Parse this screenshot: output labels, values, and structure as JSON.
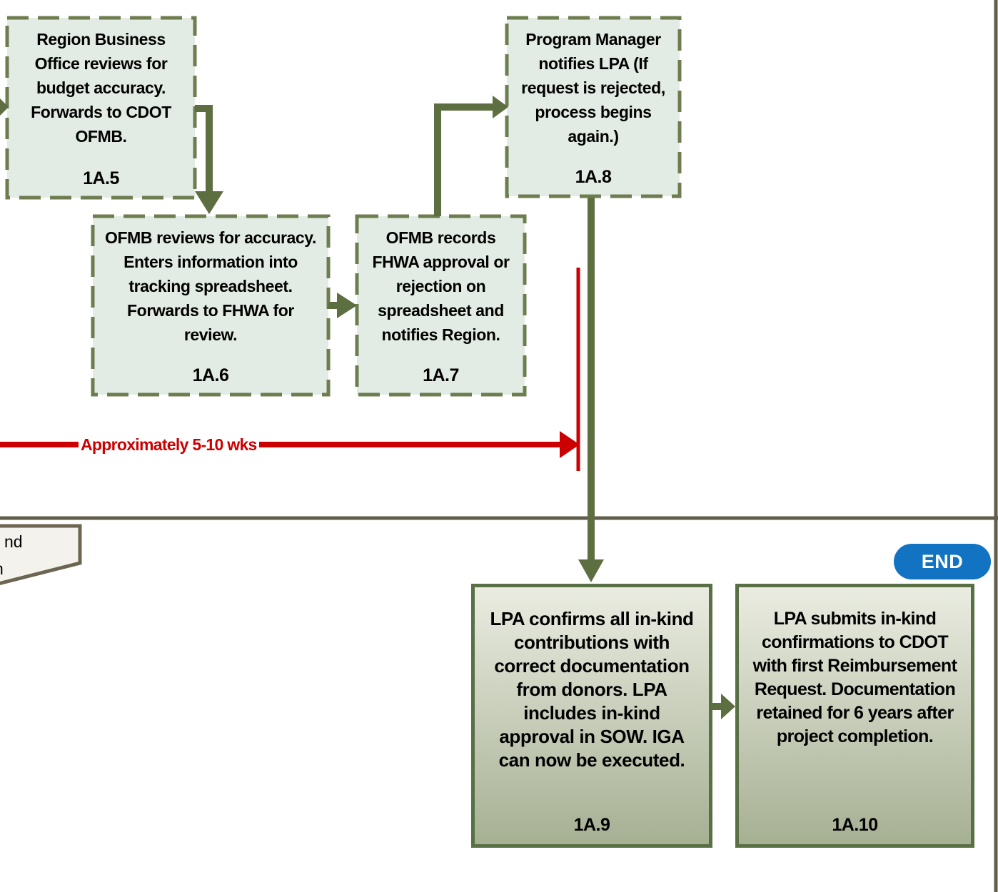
{
  "diagram": {
    "boxes": [
      {
        "id": "1A.5",
        "text": "Region Business Office reviews for budget accuracy.  Forwards to CDOT OFMB."
      },
      {
        "id": "1A.6",
        "text": "OFMB reviews for accuracy.  Enters information into tracking spreadsheet.  Forwards to FHWA for review."
      },
      {
        "id": "1A.7",
        "text": "OFMB records FHWA approval or rejection on spreadsheet and notifies Region."
      },
      {
        "id": "1A.8",
        "text": "Program Manager notifies LPA (If request is rejected, process begins again.)"
      },
      {
        "id": "1A.9",
        "text": "LPA confirms all in-kind contributions with correct documentation from donors. LPA includes in-kind approval in SOW.  IGA can now be executed."
      },
      {
        "id": "1A.10",
        "text": "LPA submits in-kind confirmations to CDOT with first Reimbursement Request.  Documentation retained for 6 years after project completion."
      }
    ],
    "timeline_label": "Approximately 5-10 wks",
    "end_label": "END",
    "partial_connector_fragments": {
      "line1": "nd",
      "line2": "n"
    },
    "colors": {
      "process_box_fill": "#e3ece4",
      "dashed_border": "#6e7d4f",
      "arrow_olive": "#5d6e41",
      "solid_box_border": "#597044",
      "solid_box_gradient_top": "#eaece1",
      "solid_box_gradient_bottom": "#a6b093",
      "timeline_red": "#cc0000",
      "end_pill_blue": "#1173c1",
      "lane_line": "#625e4b",
      "offpage_fill": "#f4f2ec",
      "offpage_border": "#6b6552"
    }
  }
}
